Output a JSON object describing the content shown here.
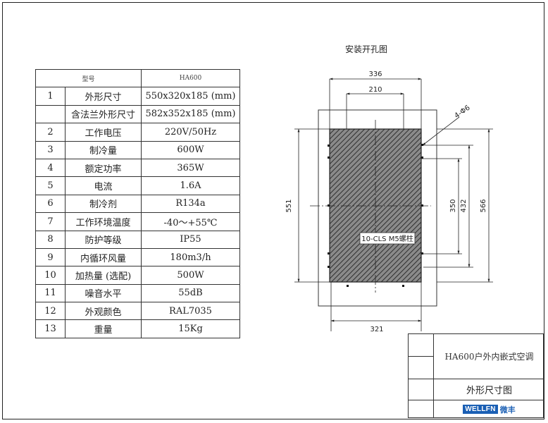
{
  "spec_table": {
    "header": {
      "label": "型号",
      "value": "HA600"
    },
    "rows": [
      {
        "no": "1",
        "label": "外形尺寸",
        "value": "550x320x185 (mm)"
      },
      {
        "no": "",
        "label": "含法兰外形尺寸",
        "value": "582x352x185 (mm)"
      },
      {
        "no": "2",
        "label": "工作电压",
        "value": "220V/50Hz"
      },
      {
        "no": "3",
        "label": "制冷量",
        "value": "600W"
      },
      {
        "no": "4",
        "label": "额定功率",
        "value": "365W"
      },
      {
        "no": "5",
        "label": "电流",
        "value": "1.6A"
      },
      {
        "no": "6",
        "label": "制冷剂",
        "value": "R134a"
      },
      {
        "no": "7",
        "label": "工作环境温度",
        "value": "-40～+55℃"
      },
      {
        "no": "8",
        "label": "防护等级",
        "value": "IP55"
      },
      {
        "no": "9",
        "label": "内循环风量",
        "value": "180m3/h"
      },
      {
        "no": "10",
        "label": "加热量 (选配)",
        "value": "500W"
      },
      {
        "no": "11",
        "label": "噪音水平",
        "value": "55dB"
      },
      {
        "no": "12",
        "label": "外观颜色",
        "value": "RAL7035"
      },
      {
        "no": "13",
        "label": "重量",
        "value": "15Kg"
      }
    ]
  },
  "drawing": {
    "title": "安装开孔图",
    "dims": {
      "top_outer": "336",
      "top_inner": "210",
      "left": "551",
      "right_1": "350",
      "right_2": "432",
      "right_3": "566",
      "bottom": "321",
      "hole": "4-Φ6",
      "screw_note": "10-CLS M5螺柱"
    }
  },
  "title_block": {
    "title": "HA600户外内嵌式空调",
    "subtitle": "外形尺寸图",
    "logo_text": "WELLFN",
    "logo_cn": "微丰"
  }
}
